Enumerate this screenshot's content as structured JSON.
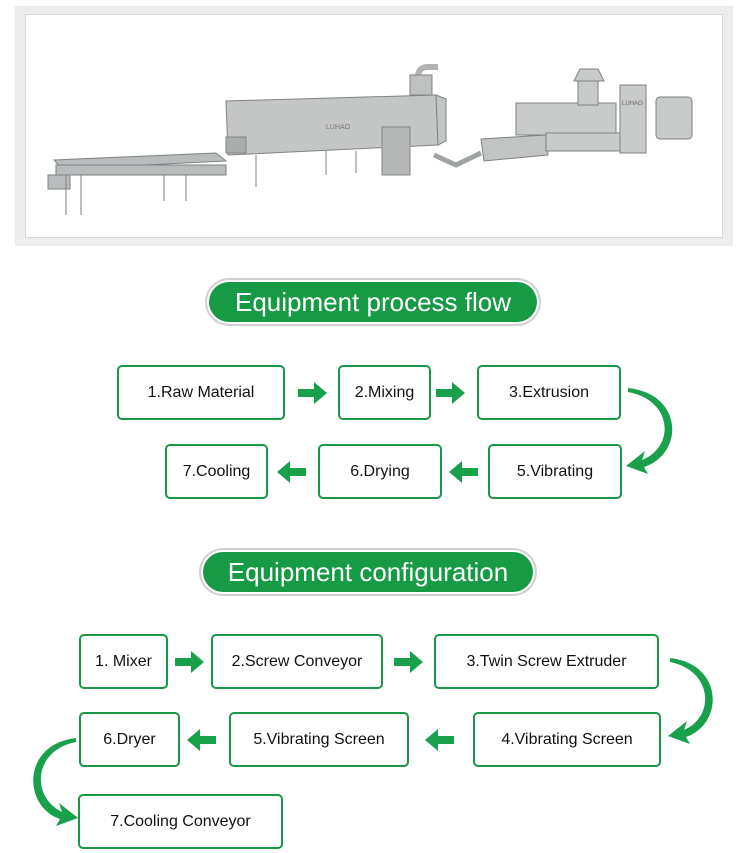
{
  "photo": {
    "brand_text": "LUHAO",
    "panel_text": "LUHAO"
  },
  "process_flow": {
    "title": "Equipment process flow",
    "steps": [
      "1.Raw Material",
      "2.Mixing",
      "3.Extrusion",
      "5.Vibrating",
      "6.Drying",
      "7.Cooling"
    ]
  },
  "configuration": {
    "title": "Equipment configuration",
    "steps": [
      "1. Mixer",
      "2.Screw Conveyor",
      "3.Twin Screw Extruder",
      "4.Vibrating Screen",
      "5.Vibrating Screen",
      "6.Dryer",
      "7.Cooling Conveyor"
    ]
  },
  "colors": {
    "accent": "#179a44",
    "border": "#1a9746",
    "arrow": "#18a04a"
  },
  "icons": {
    "flow_arrow": "right-arrow-icon",
    "return_arrow": "curved-arrow-icon"
  }
}
